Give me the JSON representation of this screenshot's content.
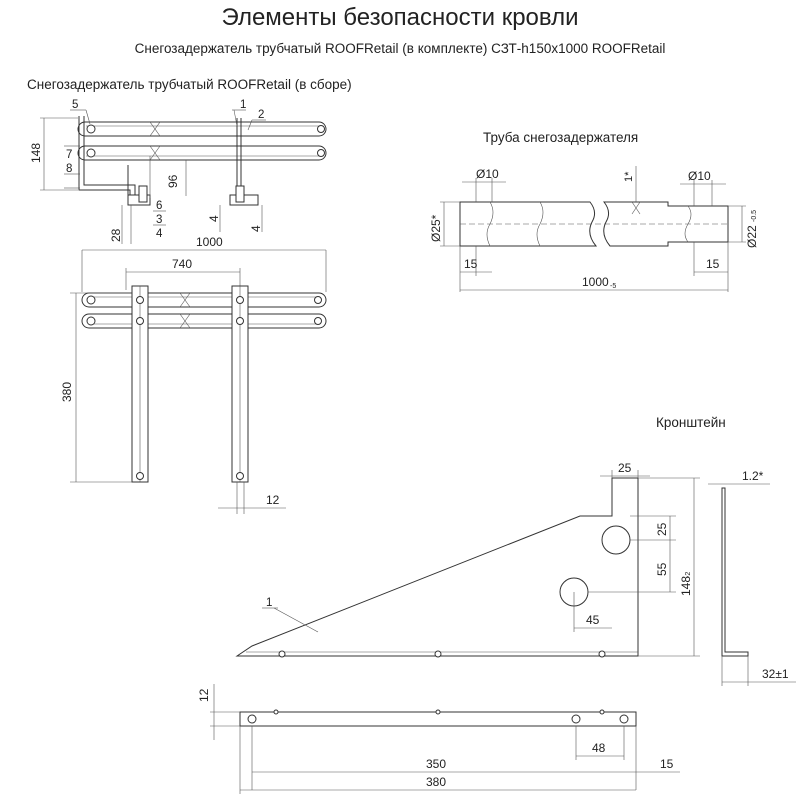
{
  "header": {
    "title": "Элементы безопасности кровли",
    "subtitle": "Снегозадержатель трубчатый  ROOFRetail (в комплекте)  СЗТ-h150x1000 ROOFRetail"
  },
  "sections": {
    "assembly": "Снегозадержатель трубчатый  ROOFRetail  (в сборе)",
    "pipe": "Труба снегозадержателя",
    "bracket": "Кронштейн"
  },
  "assembly": {
    "callouts": [
      "1",
      "2",
      "3",
      "4",
      "5",
      "6",
      "7",
      "8"
    ],
    "dims": {
      "height": "148",
      "bracket_gap": "96",
      "base": "28",
      "t1": "4",
      "t2": "4",
      "length": "1000",
      "spacing": "740",
      "bracket_len": "380",
      "width": "12"
    }
  },
  "pipe": {
    "dims": {
      "hole_left": "Ø10",
      "hole_right": "Ø10",
      "tol": "1*",
      "dia": "Ø25*",
      "dia_end": "Ø22",
      "dia_end_tol": "-0.5",
      "end_left": "15",
      "end_right": "15",
      "length": "1000",
      "length_tol": "-5"
    }
  },
  "bracket": {
    "callout": "1",
    "dims": {
      "top_w": "25",
      "hole_off": "25",
      "hole_spacing": "55",
      "height": "148",
      "height_tol": "-2",
      "hole_x": "45",
      "thickness": "1.2*",
      "flange": "32±1",
      "strip_h": "12",
      "hole_pitch": "48",
      "holes_span": "350",
      "end": "15",
      "total": "380"
    }
  }
}
